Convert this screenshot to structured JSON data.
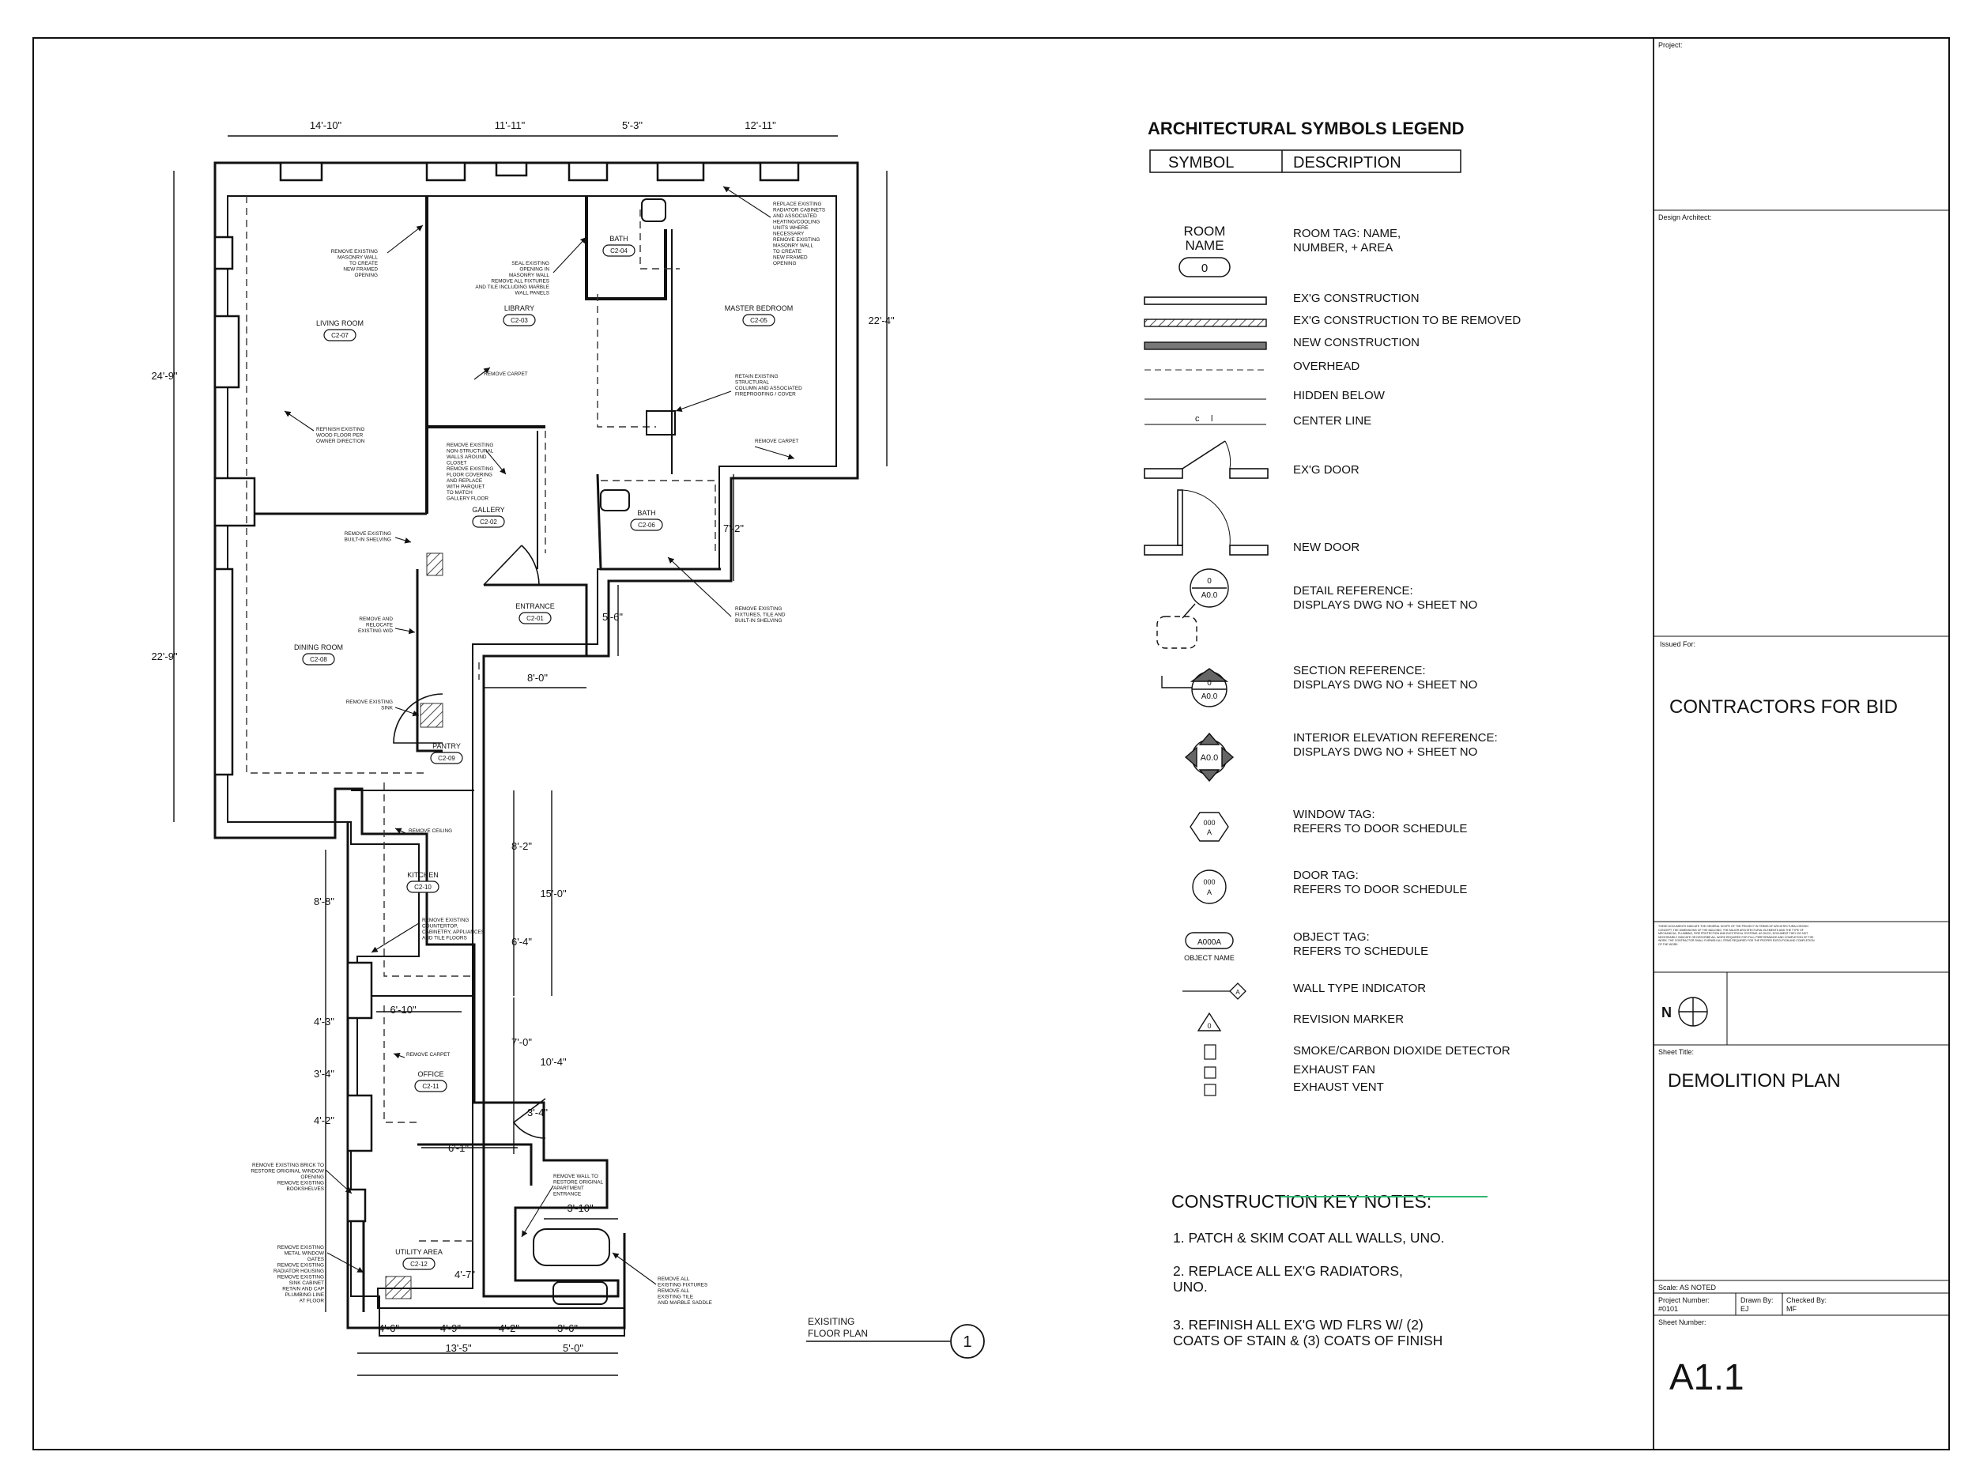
{
  "plan": {
    "rooms": [
      {
        "name": "LIVING ROOM",
        "code": "C2-07"
      },
      {
        "name": "LIBRARY",
        "code": "C2-03"
      },
      {
        "name": "BATH",
        "code": "C2-04"
      },
      {
        "name": "MASTER BEDROOM",
        "code": "C2-05"
      },
      {
        "name": "GALLERY",
        "code": "C2-02"
      },
      {
        "name": "BATH",
        "code": "C2-06"
      },
      {
        "name": "ENTRANCE",
        "code": "C2-01"
      },
      {
        "name": "DINING ROOM",
        "code": "C2-08"
      },
      {
        "name": "PANTRY",
        "code": "C2-09"
      },
      {
        "name": "KITCHEN",
        "code": "C2-10"
      },
      {
        "name": "OFFICE",
        "code": "C2-11"
      },
      {
        "name": "UTILITY AREA",
        "code": "C2-12"
      }
    ],
    "dims": [
      "14'-10\"",
      "11'-11\"",
      "5'-3\"",
      "12'-11\"",
      "24'-9\"",
      "22'-9\"",
      "22'-4\"",
      "7'-2\"",
      "5'-6\"",
      "8'-0\"",
      "8'-2\"",
      "15'-0\"",
      "6'-4\"",
      "8'-8\"",
      "6'-10\"",
      "4'-3\"",
      "7'-0\"",
      "10'-4\"",
      "3'-4\"",
      "4'-2\"",
      "3'-4\"",
      "6'-1\"",
      "3'-10\"",
      "4'-7\"",
      "4'-6\"",
      "4'-9\"",
      "4'-2\"",
      "3'-6\"",
      "13'-5\"",
      "5'-0\""
    ],
    "notes": [
      [
        "REMOVE EXISTING",
        "MASONRY WALL",
        "TO CREATE",
        "NEW FRAMED",
        "OPENING"
      ],
      [
        "SEAL EXISTING",
        "OPENING IN",
        "MASONRY WALL",
        "REMOVE ALL FIXTURES",
        "AND TILE INCLUDING MARBLE",
        "WALL PANELS"
      ],
      [
        "REPLACE EXISTING",
        "RADIATOR CABINETS",
        "AND ASSOCIATED",
        "HEATING/COOLING",
        "UNITS WHERE",
        "NECESSARY",
        "REMOVE EXISTING",
        "MASONRY WALL",
        "TO CREATE",
        "NEW FRAMED",
        "OPENING"
      ],
      [
        "REMOVE CARPET"
      ],
      [
        "RETAIN EXISTING",
        "STRUCTURAL",
        "COLUMN AND ASSOCIATED",
        "FIREPROOFING / COVER"
      ],
      [
        "REFINISH EXISTING",
        "WOOD FLOOR PER",
        "OWNER DIRECTION"
      ],
      [
        "REMOVE CARPET"
      ],
      [
        "REMOVE EXISTING",
        "NON-STRUCTURAL",
        "WALLS AROUND",
        "CLOSET",
        "REMOVE EXISTING",
        "FLOOR COVERING",
        "AND REPLACE",
        "WITH PARQUET",
        "TO MATCH",
        "GALLERY FLOOR"
      ],
      [
        "REMOVE EXISTING",
        "BUILT-IN SHELVING"
      ],
      [
        "REMOVE EXISTING",
        "FIXTURES, TILE AND",
        "BUILT-IN SHELVING"
      ],
      [
        "REMOVE AND",
        "RELOCATE",
        "EXISTING W/D"
      ],
      [
        "REMOVE EXISTING",
        "SINK"
      ],
      [
        "REMOVE CEILING"
      ],
      [
        "REMOVE EXISTING",
        "COUNTERTOP,",
        "CABINETRY, APPLIANCES",
        "AND TILE FLOORS"
      ],
      [
        "REMOVE CARPET"
      ],
      [
        "REMOVE EXISTING BRICK TO",
        "RESTORE ORIGINAL WINDOW",
        "OPENING",
        "REMOVE EXISTING",
        "BOOKSHELVES"
      ],
      [
        "REMOVE WALL TO",
        "RESTORE ORIGINAL",
        "APARTMENT",
        "ENTRANCE"
      ],
      [
        "REMOVE EXISTING",
        "METAL WINDOW",
        "GATES",
        "REMOVE EXISTING",
        "RADIATOR HOUSING",
        "REMOVE EXISTING",
        "SINK CABINET",
        "RETAIN AND CAP",
        "PLUMBING LINE",
        "AT FLOOR"
      ],
      [
        "REMOVE ALL",
        "EXISTING FIXTURES",
        "REMOVE ALL",
        "EXISTING TILE",
        "AND MARBLE SADDLE"
      ]
    ],
    "view_title_line1": "EXISITING",
    "view_title_line2": "FLOOR PLAN",
    "view_number": "1"
  },
  "legend": {
    "title": "ARCHITECTURAL SYMBOLS LEGEND",
    "col_symbol": "SYMBOL",
    "col_description": "DESCRIPTION",
    "room_tag_line1": "ROOM",
    "room_tag_line2": "NAME",
    "room_tag_number": "0",
    "detail_ref_top": "0",
    "detail_ref_bottom": "A0.0",
    "elev_ref_label": "A0.0",
    "tag_top": "000",
    "tag_bottom": "A",
    "object_tag_code": "A000A",
    "object_tag_caption": "OBJECT NAME",
    "wall_type_mark": "A",
    "revision_mark": "0",
    "items": [
      [
        "ROOM TAG: NAME,",
        "NUMBER, + AREA"
      ],
      [
        "EX'G CONSTRUCTION"
      ],
      [
        "EX'G CONSTRUCTION TO BE REMOVED"
      ],
      [
        "NEW CONSTRUCTION"
      ],
      [
        "OVERHEAD"
      ],
      [
        "HIDDEN BELOW"
      ],
      [
        "CENTER LINE"
      ],
      [
        "EX'G DOOR"
      ],
      [
        "NEW DOOR"
      ],
      [
        "DETAIL REFERENCE:",
        "DISPLAYS DWG NO + SHEET NO"
      ],
      [
        "SECTION REFERENCE:",
        "DISPLAYS DWG NO + SHEET NO"
      ],
      [
        "INTERIOR ELEVATION REFERENCE:",
        "DISPLAYS DWG NO + SHEET NO"
      ],
      [
        "WINDOW TAG:",
        "REFERS TO DOOR SCHEDULE"
      ],
      [
        "DOOR TAG:",
        "REFERS TO DOOR SCHEDULE"
      ],
      [
        "OBJECT TAG:",
        "REFERS TO SCHEDULE"
      ],
      [
        "WALL TYPE INDICATOR"
      ],
      [
        "REVISION MARKER"
      ],
      [
        "SMOKE/CARBON DIOXIDE DETECTOR"
      ],
      [
        "EXHAUST FAN"
      ],
      [
        "EXHAUST VENT"
      ]
    ]
  },
  "keynotes": {
    "title": "CONSTRUCTION KEY NOTES:",
    "items": [
      [
        "1. PATCH & SKIM COAT ALL WALLS, UNO."
      ],
      [
        "2. REPLACE ALL EX'G RADIATORS,",
        "UNO."
      ],
      [
        "3. REFINISH ALL EX'G WD FLRS W/ (2)",
        "COATS OF STAIN & (3) COATS OF FINISH"
      ]
    ]
  },
  "titleblock": {
    "project_label": "Project:",
    "design_architect_label": "Design Architect:",
    "issued_for_label": "Issued For:",
    "issued_for": "CONTRACTORS FOR BID",
    "disclaimer": "THESE DOCUMENTS INDICATE THE GENERAL SCOPE OF THE PROJECT IN TERMS OF ARCHITECTURAL DESIGN CONCEPT, THE DIMENSIONS OF THE BUILDING, THE MAJOR ARCHITECTURAL ELEMENTS AND THE TYPE OF MECHANICAL, PLUMBING, FIRE PROTECTION AND ELECTRICAL SYSTEMS. AS SUCH, DOCUMENT THEY DO NOT NECESSARILY INDICATE OR DESCRIBE ALL WORK REQUIRED FOR FULL PERFORMANCE AND COMPLETION OF THE WORK. THE CONTRACTOR SHALL FURNISH ALL ITEMS REQUIRED FOR THE PROPER EXECUTION AND COMPLETION OF THE WORK.",
    "north_label": "N",
    "sheet_title_label": "Sheet Title:",
    "sheet_title": "DEMOLITION PLAN",
    "scale": "Scale: AS NOTED",
    "project_number_label": "Project Number:",
    "project_number": "#0101",
    "drawn_by_label": "Drawn By:",
    "drawn_by": "EJ",
    "checked_by_label": "Checked By:",
    "checked_by": "MF",
    "sheet_number_label": "Sheet Number:",
    "sheet_number": "A1.1"
  }
}
